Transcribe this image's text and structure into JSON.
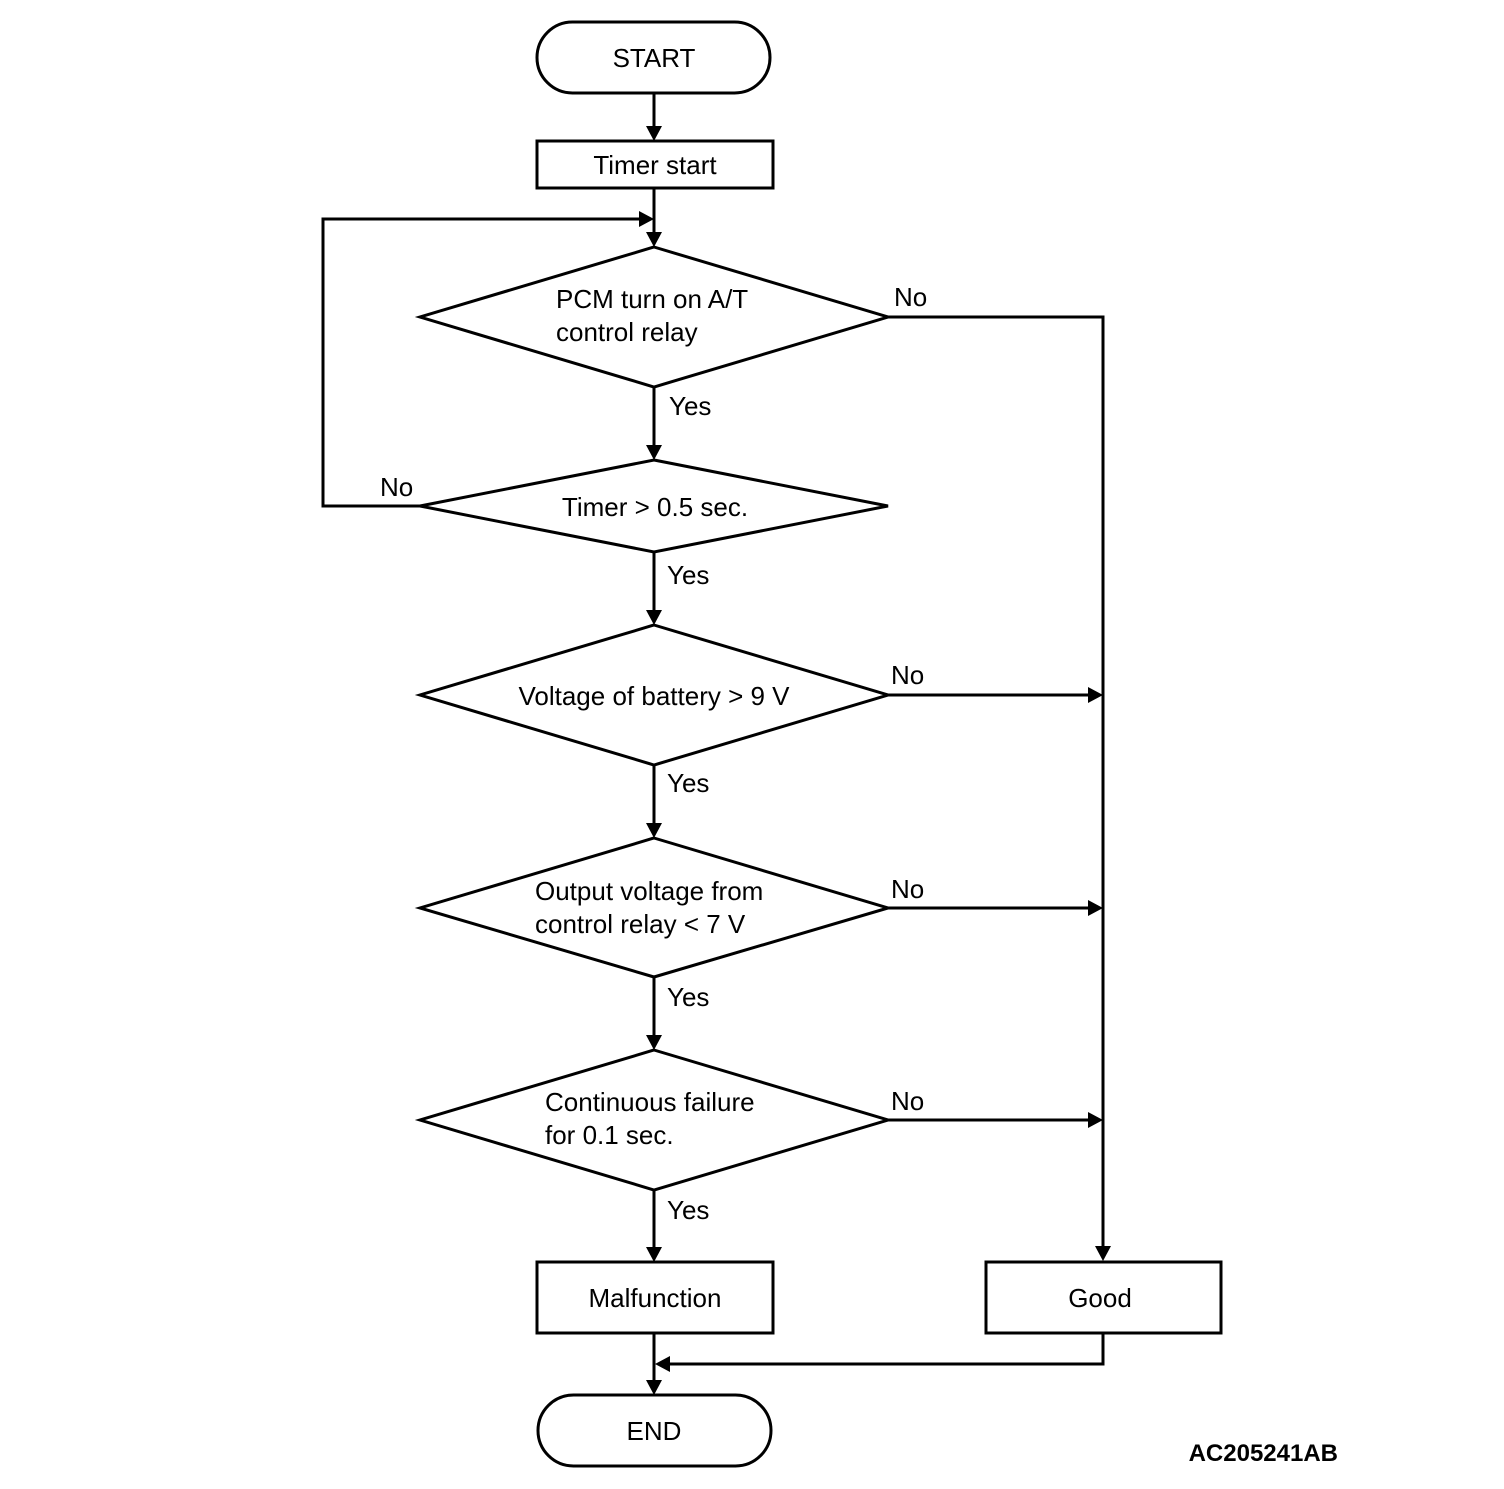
{
  "nodes": {
    "start": "START",
    "timer_start": "Timer start",
    "pcm_relay": [
      "PCM turn on A/T",
      "control relay"
    ],
    "timer_check": "Timer > 0.5 sec.",
    "battery_voltage": "Voltage of battery > 9 V",
    "output_voltage": [
      "Output voltage from",
      "control relay < 7 V"
    ],
    "continuous_failure": [
      "Continuous failure",
      "for 0.1 sec."
    ],
    "malfunction": "Malfunction",
    "good": "Good",
    "end": "END"
  },
  "labels": {
    "yes": "Yes",
    "no": "No"
  },
  "figure_code": "AC205241AB"
}
